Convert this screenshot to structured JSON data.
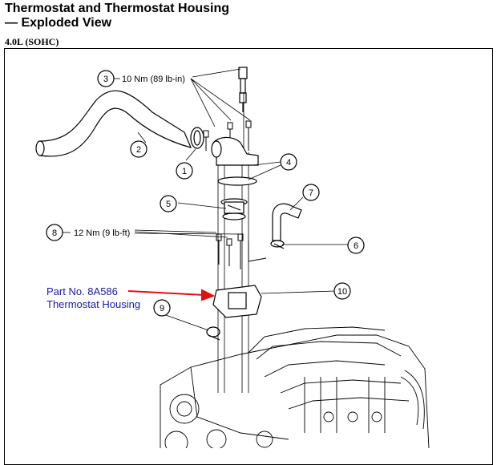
{
  "header": {
    "title_line1": "Thermostat and Thermostat Housing",
    "title_line2": "— Exploded View",
    "engine": "4.0L (SOHC)"
  },
  "callouts": [
    {
      "num": "1"
    },
    {
      "num": "2"
    },
    {
      "num": "3",
      "label": "10 Nm (89 lb-in)"
    },
    {
      "num": "4"
    },
    {
      "num": "5"
    },
    {
      "num": "6"
    },
    {
      "num": "7"
    },
    {
      "num": "8",
      "label": "12 Nm (9 lb-ft)"
    },
    {
      "num": "9"
    },
    {
      "num": "10"
    }
  ],
  "annotation": {
    "line1": "Part No. 8A586",
    "line2": "Thermostat Housing",
    "text_color": "#1a1aa6",
    "arrow_color": "#e01010"
  }
}
